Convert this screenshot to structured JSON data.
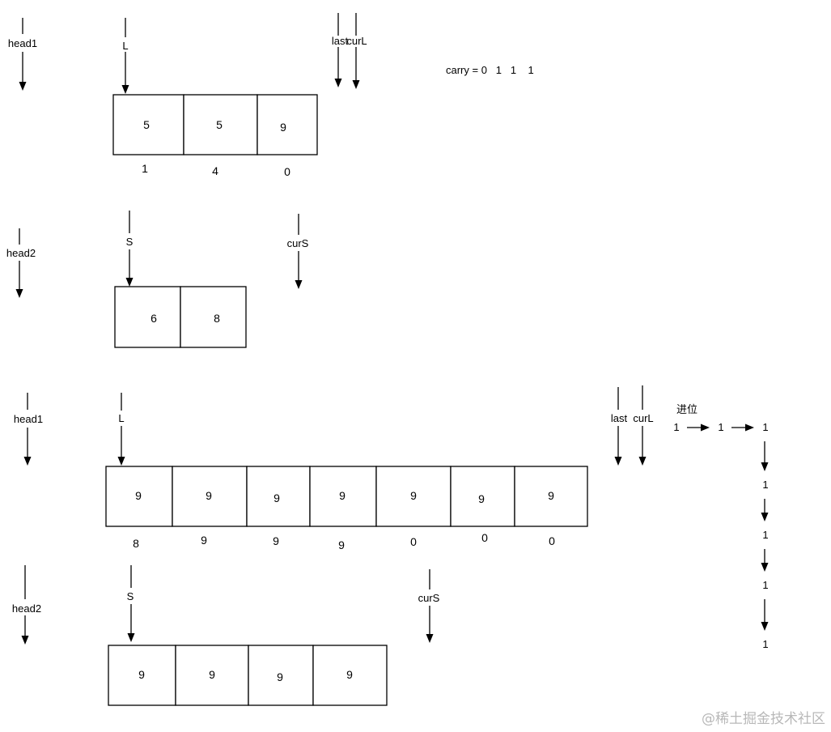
{
  "scenario_1": {
    "head1_label": "head1",
    "L_label": "L",
    "last_label": "last",
    "curL_label": "curL",
    "carry_text": "carry = 0   1   1    1",
    "list1_values": [
      "5",
      "5",
      "9"
    ],
    "list1_results": [
      "1",
      "4",
      "0"
    ],
    "head2_label": "head2",
    "S_label": "S",
    "curS_label": "curS",
    "list2_values": [
      "6",
      "8"
    ]
  },
  "scenario_2": {
    "head1_label": "head1",
    "L_label": "L",
    "last_label": "last",
    "curL_label": "curL",
    "carry_title": "进位",
    "carry_chain": [
      "1",
      "1",
      "1",
      "1",
      "1",
      "1",
      "1"
    ],
    "list1_values": [
      "9",
      "9",
      "9",
      "9",
      "9",
      "9",
      "9"
    ],
    "list1_results": [
      "8",
      "9",
      "9",
      "9",
      "0",
      "0",
      "0"
    ],
    "head2_label": "head2",
    "S_label": "S",
    "curS_label": "curS",
    "list2_values": [
      "9",
      "9",
      "9",
      "9"
    ]
  },
  "watermark": "@稀土掘金技术社区"
}
